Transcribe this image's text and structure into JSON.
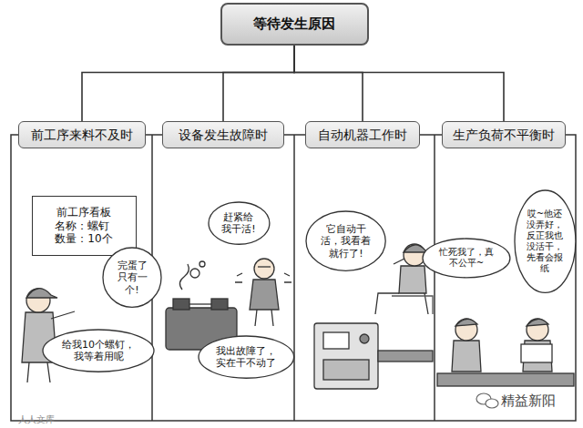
{
  "diagram": {
    "title": "等待发生原因",
    "nodes": [
      {
        "text": [
          "等待发生原因"
        ]
      },
      {
        "text": [
          "前工序来料不及时"
        ]
      },
      {
        "text": [
          "设备发生故障时"
        ]
      },
      {
        "text": [
          "自动机器工作时"
        ]
      },
      {
        "text": [
          "生产负荷不平衡时"
        ]
      },
      {
        "text": [
          "前工序看板",
          "名称：螺钉",
          "数量：10个"
        ]
      },
      {
        "text": [
          "完蛋了 只有一个!"
        ]
      },
      {
        "text": [
          "给我10个螺钉， 我等着用呢"
        ]
      },
      {
        "text": [
          "赶紧给 我干活!"
        ]
      },
      {
        "text": [
          "我出故障了， 实在干不动了"
        ]
      },
      {
        "text": [
          "它自动干 活，我看着 就行了!"
        ]
      },
      {
        "text": [
          "忙死我了，真 不公平~"
        ]
      },
      {
        "text": [
          "哎~他还 没弄好， 反正我也 没活干， 先看会报 纸"
        ]
      }
    ],
    "edges": [
      {
        "from": 0,
        "to": 1,
        "arrow": "none"
      },
      {
        "from": 0,
        "to": 2,
        "arrow": "none"
      },
      {
        "from": 0,
        "to": 3,
        "arrow": "none"
      },
      {
        "from": 0,
        "to": 4,
        "arrow": "none"
      }
    ],
    "labels": [
      "精益新阳",
      "人人文库"
    ]
  }
}
